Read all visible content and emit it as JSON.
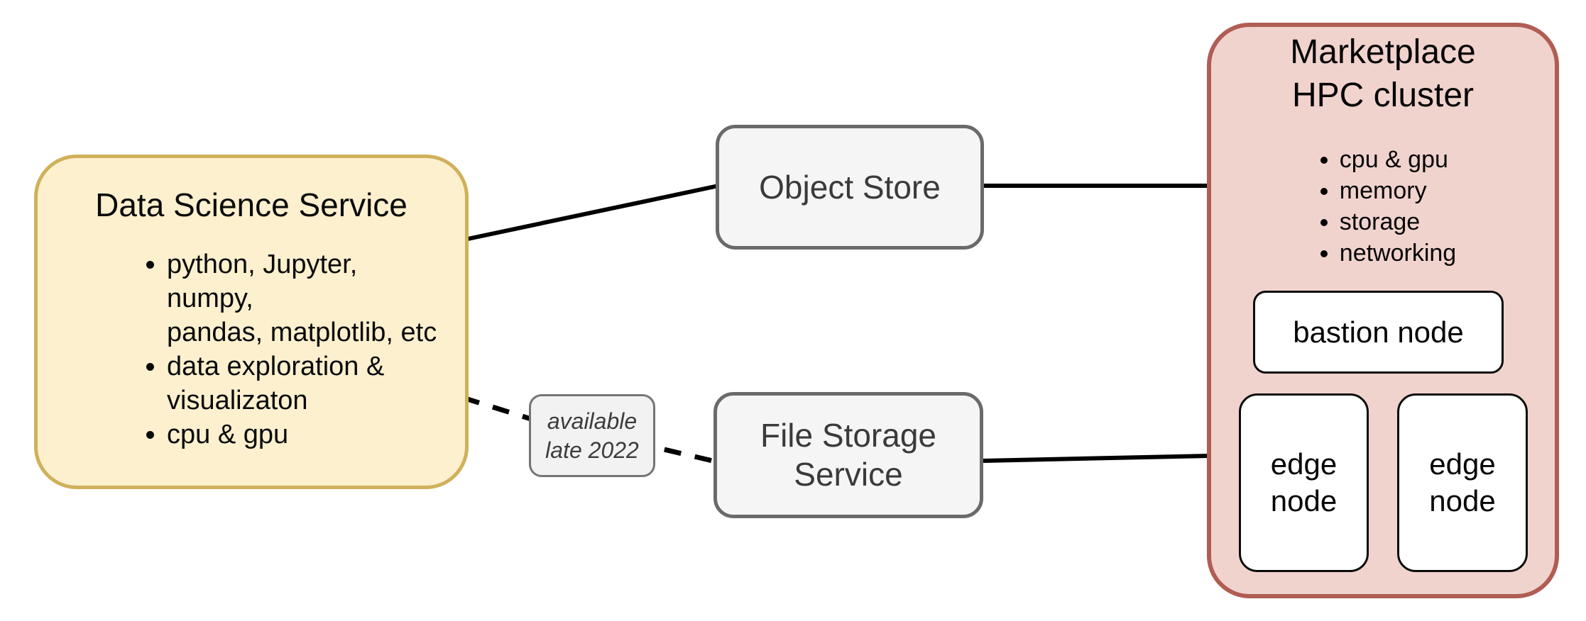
{
  "diagram": {
    "palette": {
      "data_science_fill": "#FCF0CE",
      "data_science_border": "#D0B05A",
      "hpc_fill": "#F1D3CE",
      "hpc_border": "#B05D53",
      "service_fill": "#F5F5F5",
      "service_border": "#6A6A6A",
      "inner_node_fill": "#FFFFFF",
      "connector_color": "#000000"
    },
    "nodes": {
      "data_science": {
        "title": "Data Science Service",
        "bullets": [
          {
            "lines": [
              "python, Jupyter, numpy,",
              "pandas, matplotlib, etc"
            ]
          },
          {
            "lines": [
              "data exploration &",
              "visualizaton"
            ]
          },
          {
            "lines": [
              "cpu & gpu"
            ]
          }
        ]
      },
      "object_store": {
        "title": "Object Store"
      },
      "file_storage": {
        "title_lines": [
          "File Storage",
          "Service"
        ]
      },
      "edge_label": {
        "lines": [
          "available",
          "late 2022"
        ]
      },
      "hpc": {
        "title_lines": [
          "Marketplace",
          "HPC cluster"
        ],
        "bullets": [
          "cpu & gpu",
          "memory",
          "storage",
          "networking"
        ],
        "bastion": {
          "title": "bastion node"
        },
        "edge_nodes": [
          {
            "lines": [
              "edge",
              "node"
            ]
          },
          {
            "lines": [
              "edge",
              "node"
            ]
          }
        ]
      }
    },
    "edges": [
      {
        "from": "Data Science Service",
        "to": "Object Store",
        "style": "solid"
      },
      {
        "from": "Object Store",
        "to": "Marketplace HPC cluster",
        "style": "solid"
      },
      {
        "from": "Data Science Service",
        "to": "File Storage Service",
        "style": "dashed",
        "label": "available late 2022"
      },
      {
        "from": "File Storage Service",
        "to": "Marketplace HPC cluster",
        "style": "solid"
      }
    ]
  }
}
